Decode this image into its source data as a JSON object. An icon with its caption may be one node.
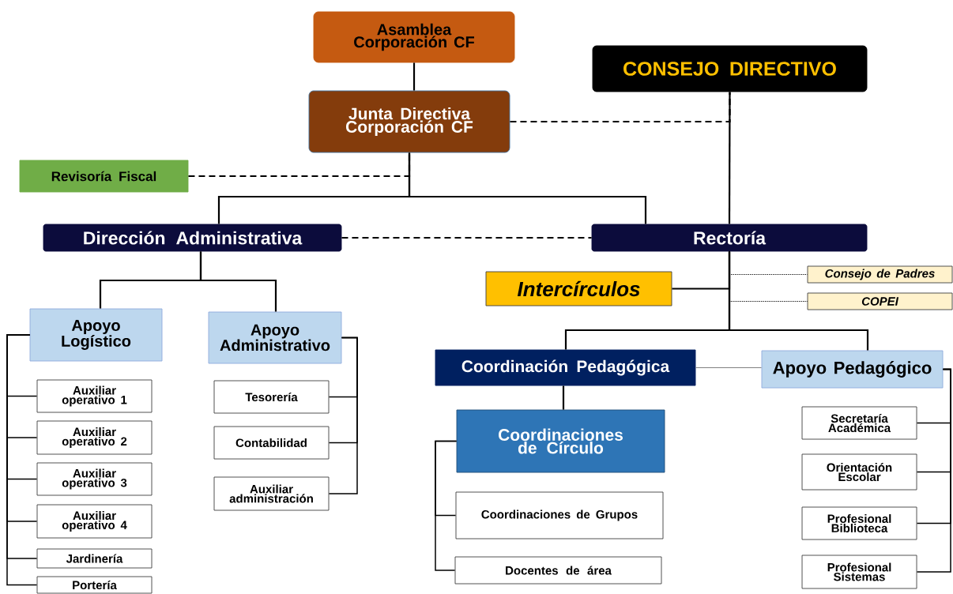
{
  "diagram": {
    "nodes": [
      {
        "text": [
          "Asamblea Corporación CF"
        ]
      },
      {
        "text": [
          "Junta Directiva Corporación CF"
        ]
      },
      {
        "text": [
          "CONSEJO DIRECTIVO"
        ]
      },
      {
        "text": [
          "Revisoría Fiscal"
        ]
      },
      {
        "text": [
          "Dirección Administrativa"
        ]
      },
      {
        "text": [
          "Rectoría"
        ]
      },
      {
        "text": [
          "Intercírculos"
        ]
      },
      {
        "text": [
          "Consejo de Padres"
        ]
      },
      {
        "text": [
          "COPEI"
        ]
      },
      {
        "text": [
          "Apoyo Logístico"
        ]
      },
      {
        "text": [
          "Apoyo Administrativo"
        ]
      },
      {
        "text": [
          "Auxiliar operativo 1"
        ]
      },
      {
        "text": [
          "Auxiliar operativo 2"
        ]
      },
      {
        "text": [
          "Auxiliar operativo 3"
        ]
      },
      {
        "text": [
          "Auxiliar operativo 4"
        ]
      },
      {
        "text": [
          "Jardinería"
        ]
      },
      {
        "text": [
          "Portería"
        ]
      },
      {
        "text": [
          "Tesorería"
        ]
      },
      {
        "text": [
          "Contabilidad"
        ]
      },
      {
        "text": [
          "Auxiliar administración"
        ]
      },
      {
        "text": [
          "Coordinación Pedagógica"
        ]
      },
      {
        "text": [
          "Apoyo Pedagógico"
        ]
      },
      {
        "text": [
          "Coordinaciones de Círculo"
        ]
      },
      {
        "text": [
          "Coordinaciones de Grupos"
        ]
      },
      {
        "text": [
          "Docentes de área"
        ]
      },
      {
        "text": [
          "Secretaría Académica"
        ]
      },
      {
        "text": [
          "Orientación Escolar"
        ]
      },
      {
        "text": [
          "Profesional Biblioteca"
        ]
      },
      {
        "text": [
          "Profesional Sistemas"
        ]
      }
    ],
    "edges": [
      {
        "from": 0,
        "to": 1,
        "arrow": "none"
      },
      {
        "from": 1,
        "to": 2,
        "arrow": "none",
        "style": "dashed"
      },
      {
        "from": 3,
        "to": 1,
        "arrow": "none",
        "style": "dashed"
      },
      {
        "from": 1,
        "to": 4,
        "arrow": "none"
      },
      {
        "from": 1,
        "to": 5,
        "arrow": "none"
      },
      {
        "from": 2,
        "to": 5,
        "arrow": "none"
      },
      {
        "from": 4,
        "to": 5,
        "arrow": "none",
        "style": "dashed"
      },
      {
        "from": 5,
        "to": 6,
        "arrow": "none"
      },
      {
        "from": 5,
        "to": 7,
        "arrow": "none",
        "style": "dashed"
      },
      {
        "from": 5,
        "to": 8,
        "arrow": "none",
        "style": "dashed"
      },
      {
        "from": 4,
        "to": 9,
        "arrow": "none"
      },
      {
        "from": 4,
        "to": 10,
        "arrow": "none"
      },
      {
        "from": 9,
        "to": 11,
        "arrow": "none"
      },
      {
        "from": 9,
        "to": 12,
        "arrow": "none"
      },
      {
        "from": 9,
        "to": 13,
        "arrow": "none"
      },
      {
        "from": 9,
        "to": 14,
        "arrow": "none"
      },
      {
        "from": 9,
        "to": 15,
        "arrow": "none"
      },
      {
        "from": 9,
        "to": 16,
        "arrow": "none"
      },
      {
        "from": 10,
        "to": 17,
        "arrow": "none"
      },
      {
        "from": 10,
        "to": 18,
        "arrow": "none"
      },
      {
        "from": 10,
        "to": 19,
        "arrow": "none"
      },
      {
        "from": 5,
        "to": 20,
        "arrow": "none"
      },
      {
        "from": 5,
        "to": 21,
        "arrow": "none"
      },
      {
        "from": 20,
        "to": 21,
        "arrow": "none",
        "color": "#808080"
      },
      {
        "from": 20,
        "to": 22,
        "arrow": "none"
      },
      {
        "from": 22,
        "to": 23,
        "arrow": "none"
      },
      {
        "from": 22,
        "to": 24,
        "arrow": "none"
      },
      {
        "from": 21,
        "to": 25,
        "arrow": "none"
      },
      {
        "from": 21,
        "to": 26,
        "arrow": "none"
      },
      {
        "from": 21,
        "to": 27,
        "arrow": "none"
      },
      {
        "from": 21,
        "to": 28,
        "arrow": "none"
      }
    ]
  }
}
